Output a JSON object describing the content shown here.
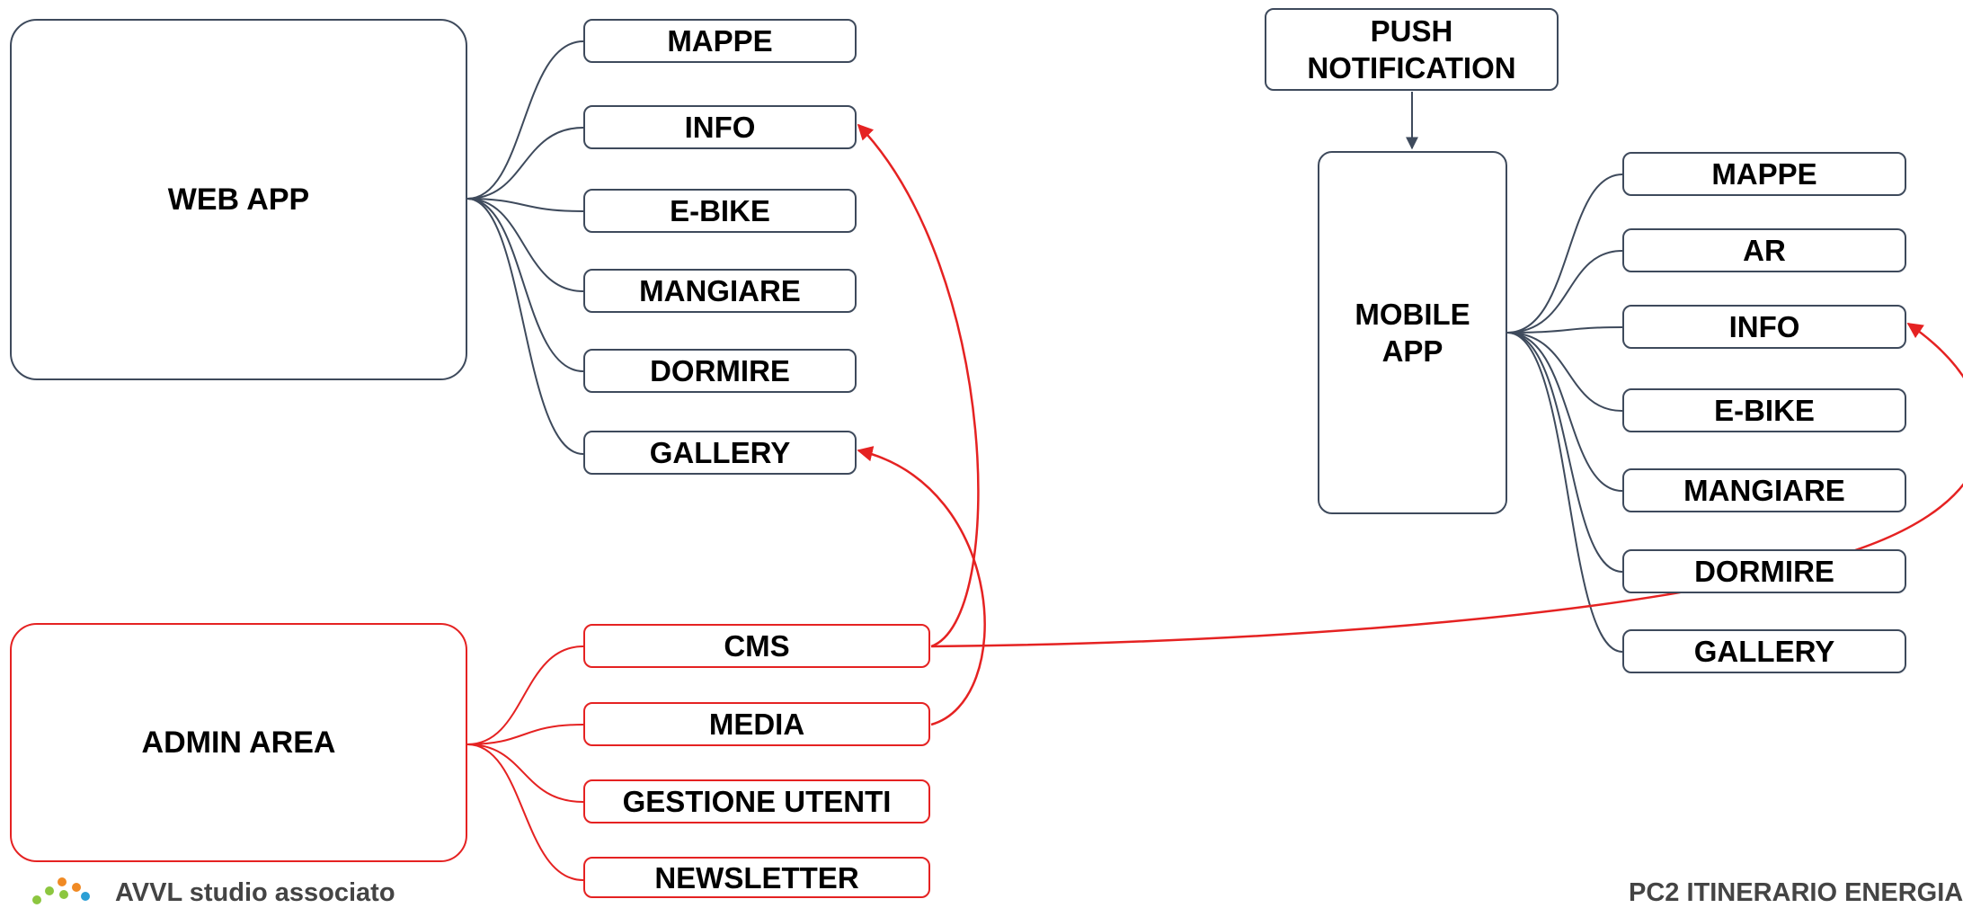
{
  "web_app": {
    "title": "WEB APP",
    "items": [
      "MAPPE",
      "INFO",
      "E-BIKE",
      "MANGIARE",
      "DORMIRE",
      "GALLERY"
    ]
  },
  "admin_area": {
    "title": "ADMIN AREA",
    "items": [
      "CMS",
      "MEDIA",
      "GESTIONE UTENTI",
      "NEWSLETTER"
    ]
  },
  "push_notification": {
    "title": "PUSH NOTIFICATION"
  },
  "mobile_app": {
    "title": "MOBILE APP",
    "items": [
      "MAPPE",
      "AR",
      "INFO",
      "E-BIKE",
      "MANGIARE",
      "DORMIRE",
      "GALLERY"
    ]
  },
  "footer": {
    "company": "AVVL studio associato",
    "project": "PC2 ITINERARIO ENERGIA"
  },
  "colors": {
    "node_border": "#3e4a5c",
    "admin_accent": "#e52222",
    "footer_text": "#444444"
  }
}
